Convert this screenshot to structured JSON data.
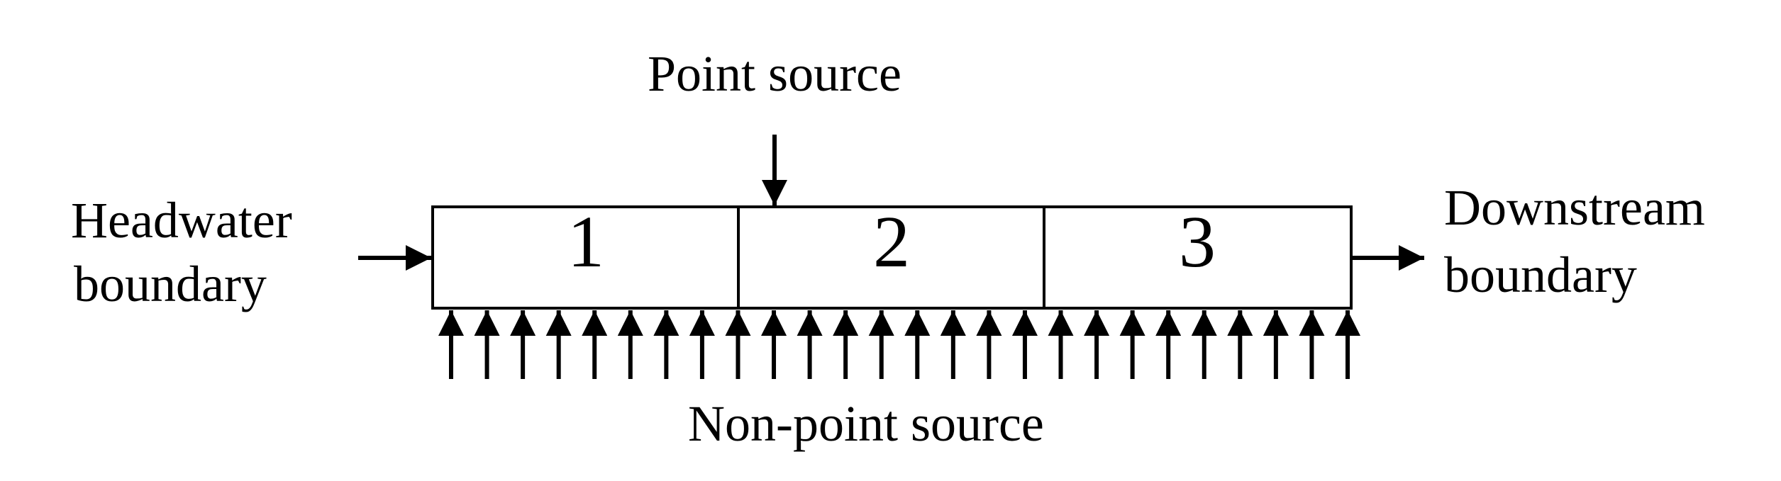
{
  "labels": {
    "point_source": "Point source",
    "headwater_line1": "Headwater",
    "headwater_line2": "boundary",
    "downstream_line1": "Downstream",
    "downstream_line2": "boundary",
    "non_point_source": "Non-point source"
  },
  "segments": [
    "1",
    "2",
    "3"
  ],
  "non_point_arrow_count": 26,
  "colors": {
    "stroke": "#000000",
    "background": "#ffffff"
  }
}
